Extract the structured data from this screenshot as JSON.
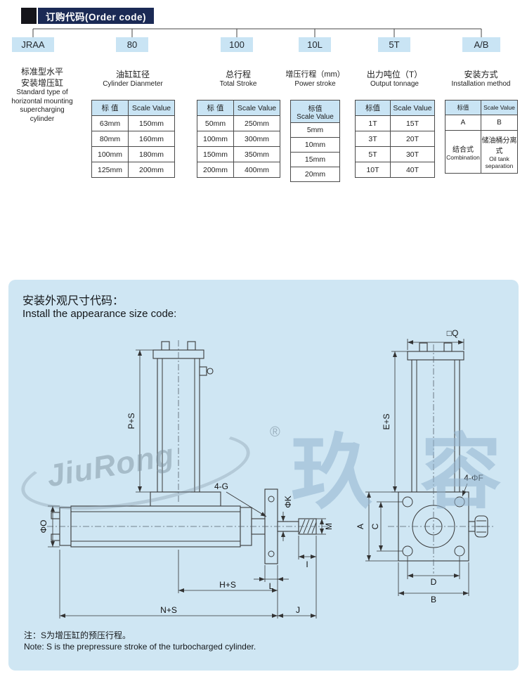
{
  "colors": {
    "navy": "#1b2a55",
    "light_blue": "#c9e4f4",
    "panel_blue": "#cfe6f3"
  },
  "header": {
    "title": "订购代码(Order code)"
  },
  "segments": {
    "s1": {
      "code": "JRAA"
    },
    "s2": {
      "code": "80"
    },
    "s3": {
      "code": "100"
    },
    "s4": {
      "code": "10L"
    },
    "s5": {
      "code": "5T"
    },
    "s6": {
      "code": "A/B"
    }
  },
  "col1": {
    "cn1": "标准型水平",
    "cn2": "安装增压缸",
    "en1": "Standard type of",
    "en2": "horizontal mounting",
    "en3": "supercharging",
    "en4": "cylinder"
  },
  "col2": {
    "cn": "油缸缸径",
    "en": "Cylinder Dianmeter",
    "h1": "标 值",
    "h2": "Scale Value",
    "rows": [
      [
        "63mm",
        "150mm"
      ],
      [
        "80mm",
        "160mm"
      ],
      [
        "100mm",
        "180mm"
      ],
      [
        "125mm",
        "200mm"
      ]
    ]
  },
  "col3": {
    "cn": "总行程",
    "en": "Total Stroke",
    "h1": "标 值",
    "h2": "Scale Value",
    "rows": [
      [
        "50mm",
        "250mm"
      ],
      [
        "100mm",
        "300mm"
      ],
      [
        "150mm",
        "350mm"
      ],
      [
        "200mm",
        "400mm"
      ]
    ]
  },
  "col4": {
    "cn": "增压行程（mm）",
    "en": "Power stroke",
    "h1": "标值",
    "h2": "Scale Value",
    "rows": [
      "5mm",
      "10mm",
      "15mm",
      "20mm"
    ]
  },
  "col5": {
    "cn": "出力吨位（T）",
    "en": "Output tonnage",
    "h1": "标值",
    "h2": "Scale Value",
    "rows": [
      [
        "1T",
        "15T"
      ],
      [
        "3T",
        "20T"
      ],
      [
        "5T",
        "30T"
      ],
      [
        "10T",
        "40T"
      ]
    ]
  },
  "col6": {
    "cn": "安装方式",
    "en": "Installation method",
    "h1": "标值",
    "h2": "Scale Value",
    "a": "A",
    "b": "B",
    "a_cn": "结合式",
    "a_en": "Combination",
    "b_cn": "储油桶分离式",
    "b_en": "Oil tank separation"
  },
  "panel": {
    "title_cn": "安装外观尺寸代码：",
    "title_en": "Install the appearance size code:",
    "note_cn": "注：S为增压缸的预压行程。",
    "note_en": "Note: S is the prepressure stroke of the turbocharged cylinder."
  },
  "dims": {
    "ps": "P+S",
    "phi_o": "ΦO",
    "g4": "4-G",
    "phi_k": "ΦK",
    "m": "M",
    "i": "I",
    "l": "L",
    "hs": "H+S",
    "ns": "N+S",
    "j": "J",
    "q": "□Q",
    "es": "E+S",
    "a": "A",
    "c": "C",
    "d": "D",
    "b": "B",
    "f4": "4-ΦF"
  },
  "watermark": {
    "brand": "JiuRong",
    "reg": "®",
    "cn": "玖容"
  }
}
